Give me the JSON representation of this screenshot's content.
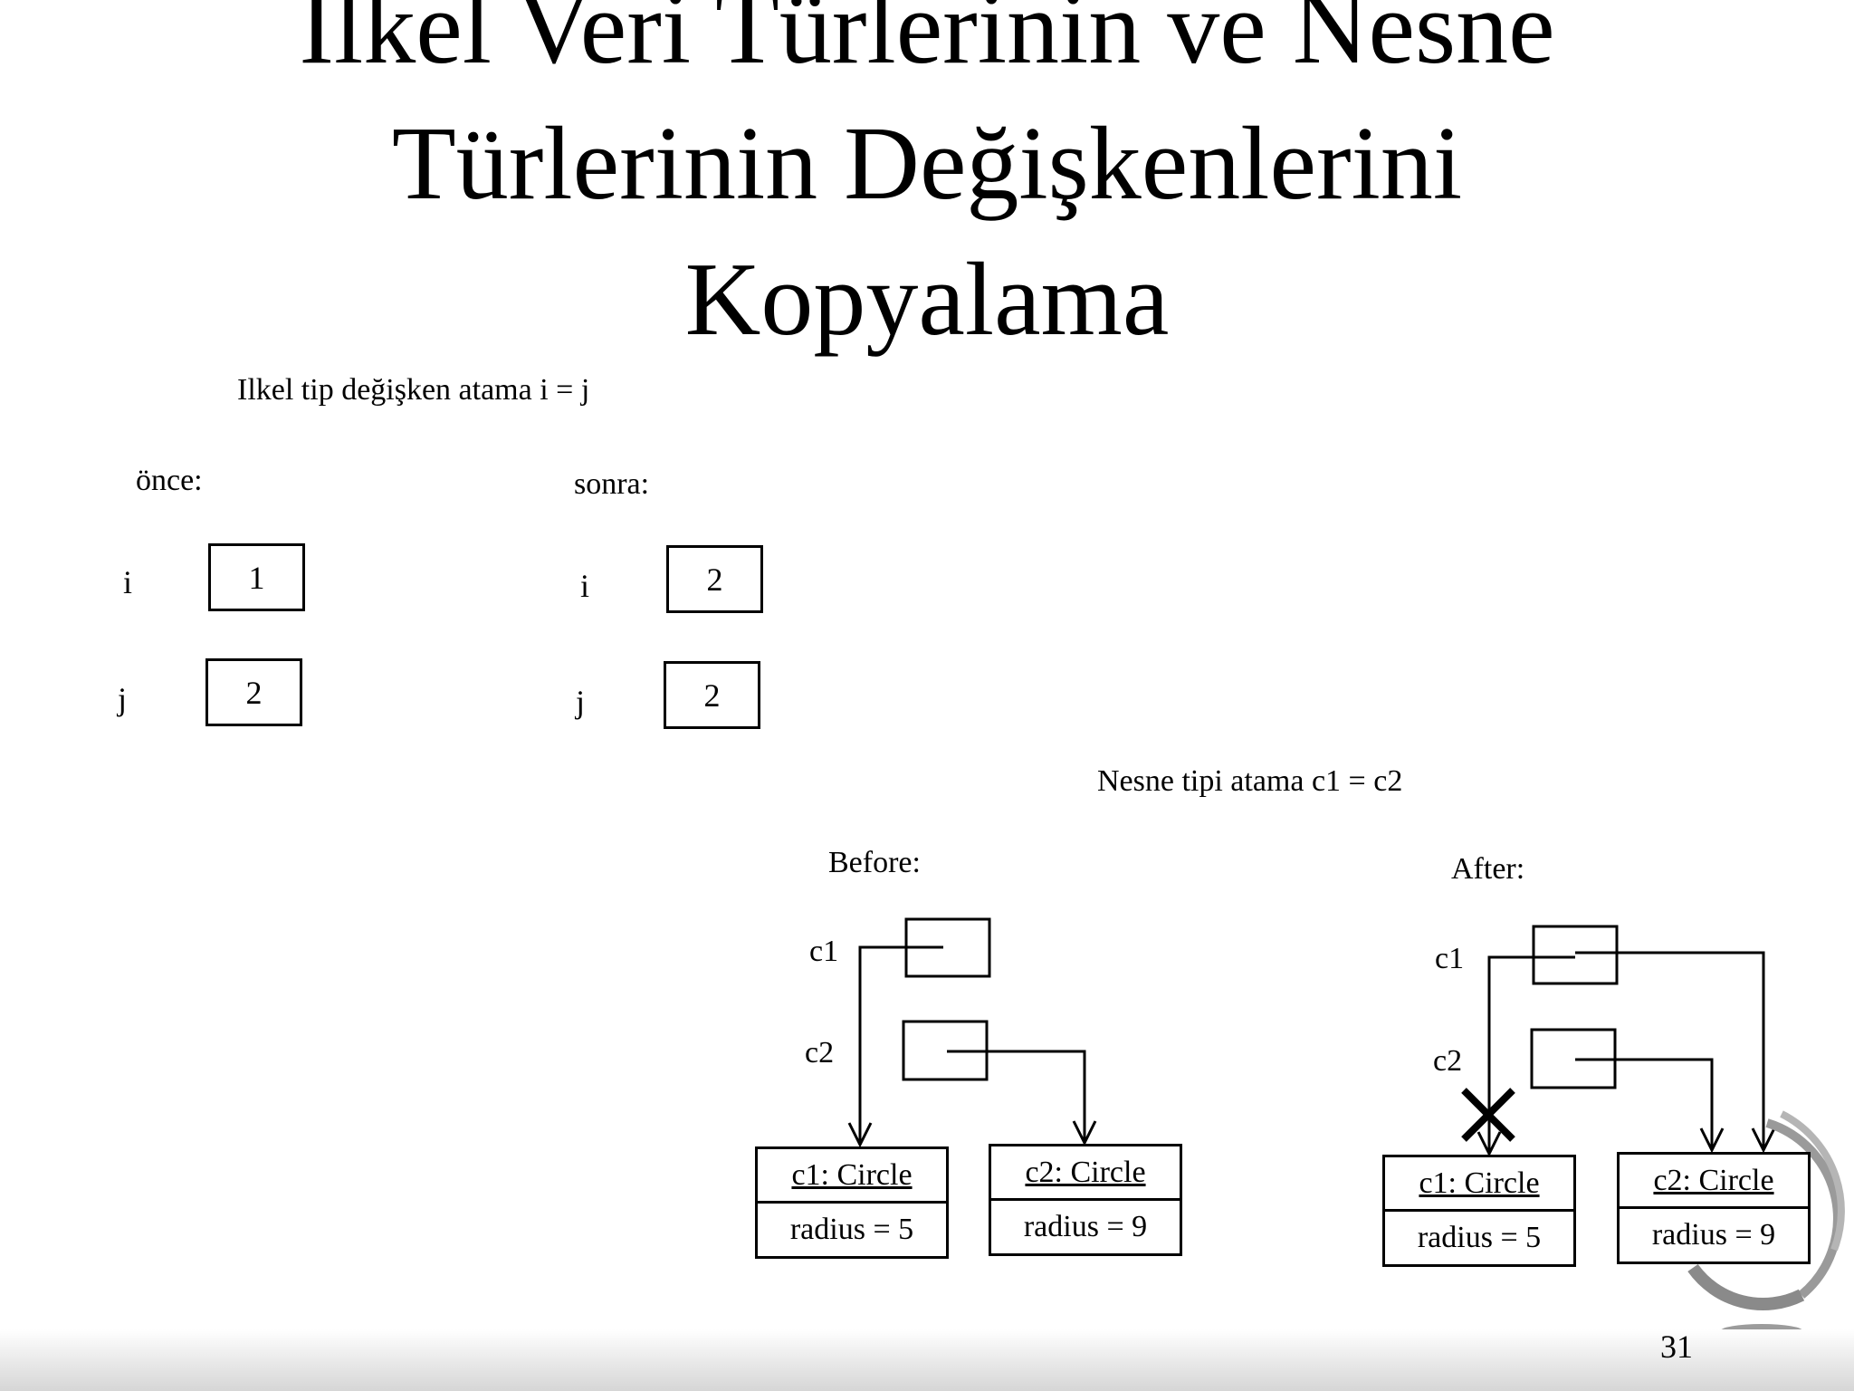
{
  "slide": {
    "title_lines": [
      "İlkel Veri Türlerinin ve Nesne",
      "Türlerinin Değişkenlerini",
      "Kopyalama"
    ],
    "page_number": "31"
  },
  "primitive": {
    "caption": "Ilkel tip değişken atama  i = j",
    "before_label": "önce:",
    "after_label": "sonra:",
    "before": {
      "i_name": "i",
      "i_value": "1",
      "j_name": "j",
      "j_value": "2"
    },
    "after": {
      "i_name": "i",
      "i_value": "2",
      "j_name": "j",
      "j_value": "2"
    }
  },
  "object": {
    "caption": "Nesne tipi atama c1 = c2",
    "before_label": "Before:",
    "after_label": "After:",
    "before": {
      "c1_name": "c1",
      "c2_name": "c2",
      "c1_obj_title": "c1: Circle",
      "c1_obj_field": "radius = 5",
      "c2_obj_title": "c2: Circle",
      "c2_obj_field": "radius = 9"
    },
    "after": {
      "c1_name": "c1",
      "c2_name": "c2",
      "c1_obj_title": "c1: Circle",
      "c1_obj_field": "radius = 5",
      "c2_obj_title": "c2: Circle",
      "c2_obj_field": "radius = 9"
    }
  }
}
